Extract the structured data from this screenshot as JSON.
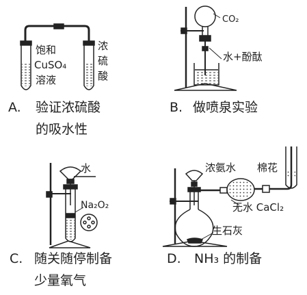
{
  "panels": {
    "a": {
      "letter": "A.",
      "caption_line1": "验证浓硫酸",
      "caption_line2": "的吸水性",
      "left_tube_label_1": "饱和",
      "left_tube_label_2": "CuSO₄",
      "left_tube_label_3": "溶液",
      "right_tube_label_1": "浓",
      "right_tube_label_2": "硫",
      "right_tube_label_3": "酸"
    },
    "b": {
      "letter": "B.",
      "caption": "做喷泉实验",
      "flask_label": "CO₂",
      "beaker_label": "水+酚酞"
    },
    "c": {
      "letter": "C.",
      "caption_line1": "随关随停制备",
      "caption_line2": "少量氧气",
      "funnel_label": "水",
      "solid_label": "Na₂O₂"
    },
    "d": {
      "letter": "D.",
      "caption": "NH₃ 的制备",
      "funnel_label": "浓氨水",
      "cotton_label": "棉花",
      "dryer_label": "无水 CaCl₂",
      "flask_label": "生石灰"
    }
  }
}
